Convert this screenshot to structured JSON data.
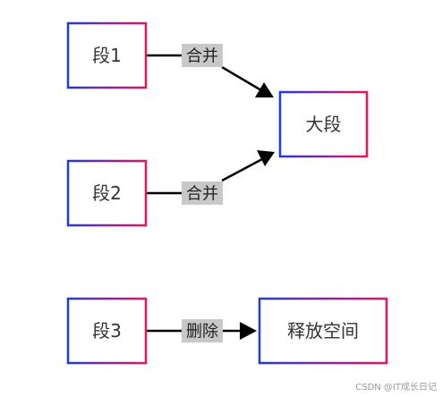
{
  "diagram": {
    "nodes": {
      "seg1": "段1",
      "seg2": "段2",
      "seg3": "段3",
      "big": "大段",
      "free": "释放空间"
    },
    "edges": {
      "merge1": "合并",
      "merge2": "合并",
      "delete": "删除"
    },
    "colors": {
      "border_start": "#1e3ae0",
      "border_end": "#e8155a",
      "edge_label_bg": "#c8c8c8",
      "arrow": "#000000"
    }
  },
  "watermark": "CSDN @IT成长日记"
}
